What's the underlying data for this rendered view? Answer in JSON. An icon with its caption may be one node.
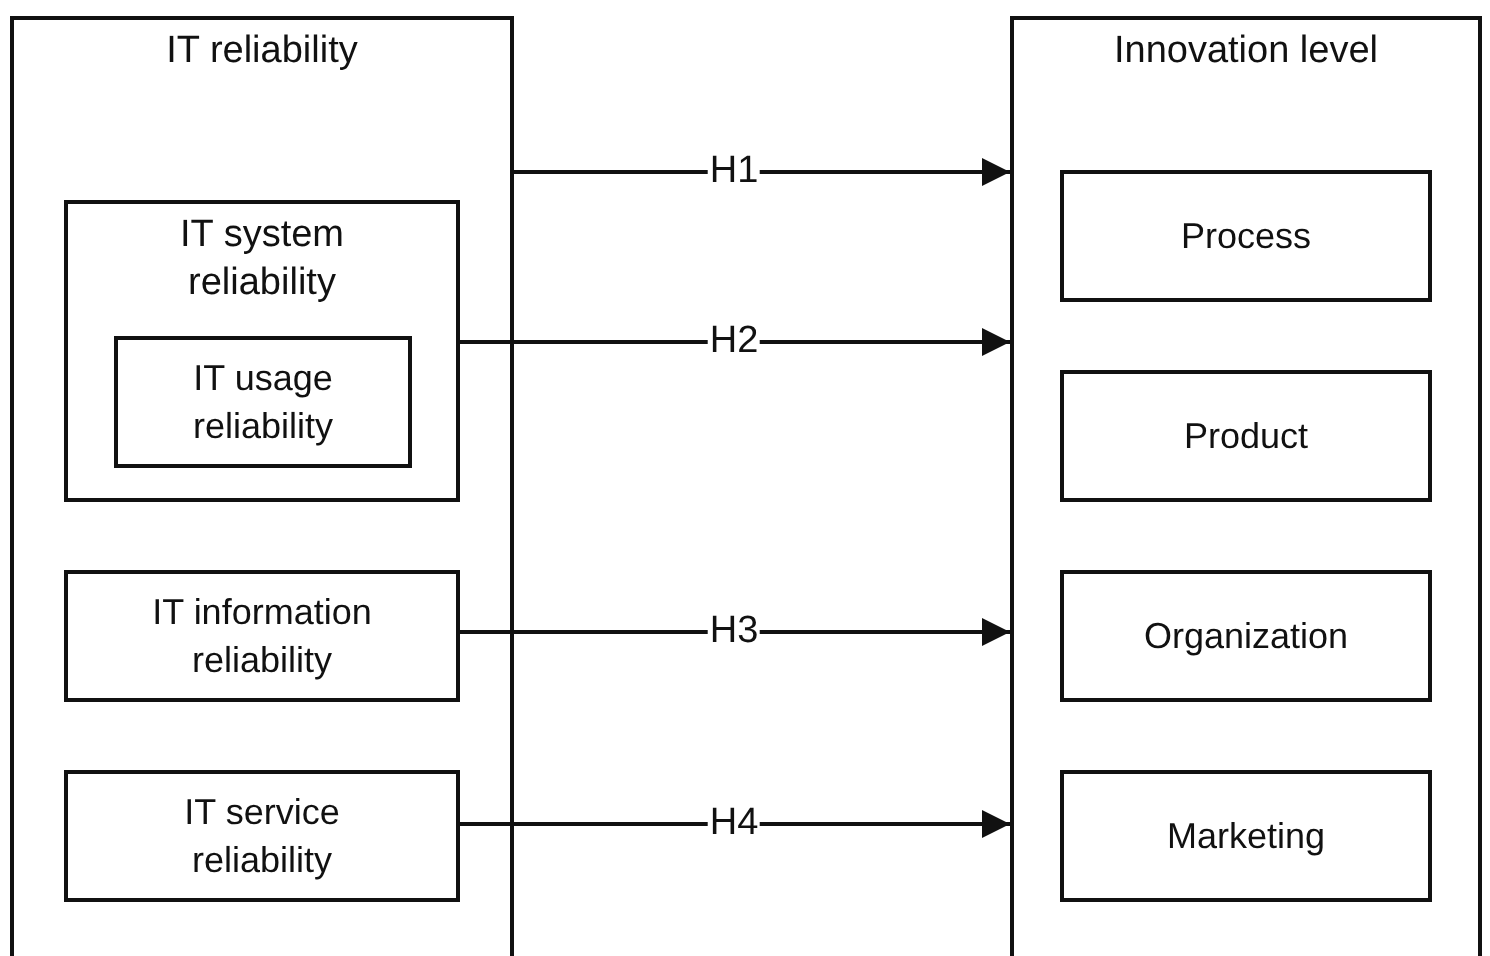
{
  "diagram": {
    "nodes": [
      {
        "text": [
          "IT reliability"
        ]
      },
      {
        "text": [
          "IT system reliability"
        ],
        "in": 0
      },
      {
        "text": [
          "IT usage reliability"
        ],
        "in": 1
      },
      {
        "text": [
          "IT information reliability"
        ],
        "in": 0
      },
      {
        "text": [
          "IT service reliability"
        ],
        "in": 0
      },
      {
        "text": [
          "Innovation level"
        ]
      },
      {
        "text": [
          "Process"
        ],
        "in": 5
      },
      {
        "text": [
          "Product"
        ],
        "in": 5
      },
      {
        "text": [
          "Organization"
        ],
        "in": 5
      },
      {
        "text": [
          "Marketing"
        ],
        "in": 5
      }
    ],
    "edges": [
      {
        "from": 0,
        "to": 5,
        "arrow": "to",
        "label": "H1"
      },
      {
        "from": 1,
        "to": 5,
        "arrow": "to",
        "label": "H2"
      },
      {
        "from": 3,
        "to": 5,
        "arrow": "to",
        "label": "H3"
      },
      {
        "from": 4,
        "to": 5,
        "arrow": "to",
        "label": "H4"
      }
    ]
  }
}
